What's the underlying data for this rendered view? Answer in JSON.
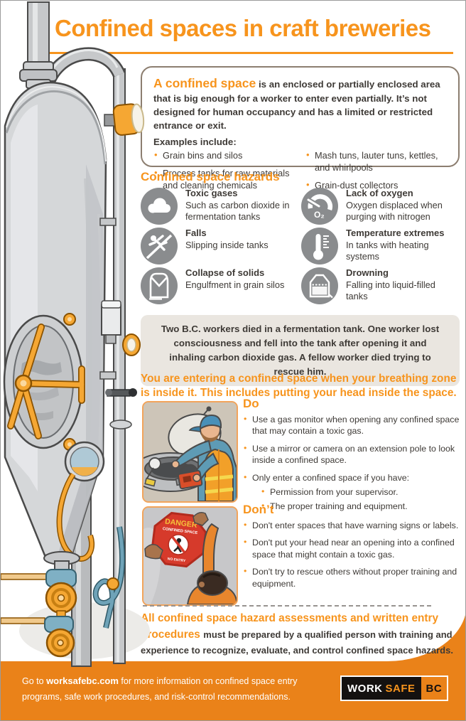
{
  "page": {
    "title": "Confined spaces in craft breweries"
  },
  "colors": {
    "accent_orange": "#f7941d",
    "footer_orange": "#ea8219",
    "icon_gray": "#8a8c8e",
    "text_dark": "#3e3a36",
    "note_bg": "#eae6e0"
  },
  "intro": {
    "lead": "A confined space",
    "lead_rest": "is an enclosed or partially enclosed area that is big enough for a worker to enter even partially. It’s not designed for human occupancy and has a limited or restricted entrance or exit.",
    "examples_label": "Examples include:",
    "examples_col1": [
      "Grain bins and silos",
      "Process tanks for raw materials and cleaning chemicals"
    ],
    "examples_col2": [
      "Mash tuns, lauter tuns, kettles, and whirlpools",
      "Grain-dust collectors"
    ]
  },
  "hazards": {
    "heading": "Confined space hazards",
    "items": [
      {
        "icon": "toxic-gas-cloud-icon",
        "title": "Toxic gases",
        "desc": "Such as carbon dioxide in fermentation tanks"
      },
      {
        "icon": "oxygen-gauge-icon",
        "title": "Lack of oxygen",
        "desc": "Oxygen displaced when purging with nitrogen",
        "icon_label": "O₂"
      },
      {
        "icon": "falling-person-icon",
        "title": "Falls",
        "desc": "Slipping inside tanks"
      },
      {
        "icon": "thermometer-icon",
        "title": "Temperature extremes",
        "desc": "In tanks with heating systems"
      },
      {
        "icon": "grain-silo-icon",
        "title": "Collapse of solids",
        "desc": "Engulfment in grain silos"
      },
      {
        "icon": "liquid-tank-icon",
        "title": "Drowning",
        "desc": "Falling into liquid-filled tanks"
      }
    ]
  },
  "fatality": {
    "text": "Two B.C. workers died in a fermentation tank. One worker lost consciousness and fell into the tank after opening it and inhaling carbon dioxide gas. A fellow worker died trying to rescue him."
  },
  "breathing_zone": {
    "text": "You are entering a confined space when your breathing zone is inside it. This includes putting your head inside the space."
  },
  "do_section": {
    "heading": "Do",
    "items": [
      "Use a gas monitor when opening any confined space that may contain a toxic gas.",
      "Use a mirror or camera on an extension pole to look inside a confined space.",
      "Only enter a confined space if you have:"
    ],
    "subitems": [
      "Permission from your supervisor.",
      "The proper training and equipment."
    ]
  },
  "dont_section": {
    "heading": "Don’t",
    "items": [
      "Don't enter spaces that have warning signs or labels.",
      "Don't put your head near an opening into a confined space that might contain a toxic gas.",
      "Don't try to rescue others without proper training and equipment."
    ],
    "sign": {
      "line1": "DANGER",
      "line2": "CONFINED SPACE",
      "line3": "NO ENTRY"
    }
  },
  "closing": {
    "lead": "All confined space hazard assessments and written entry procedures",
    "rest": "must be prepared by a qualified person with training and experience to recognize, evaluate, and control confined space hazards."
  },
  "footer": {
    "text_prefix": "Go to",
    "link": "worksafebc.com",
    "text_suffix": "for more information on confined space entry programs, safe work procedures, and risk-control recommendations.",
    "logo": {
      "work": "Work",
      "safe": "Safe",
      "bc": "BC"
    }
  }
}
